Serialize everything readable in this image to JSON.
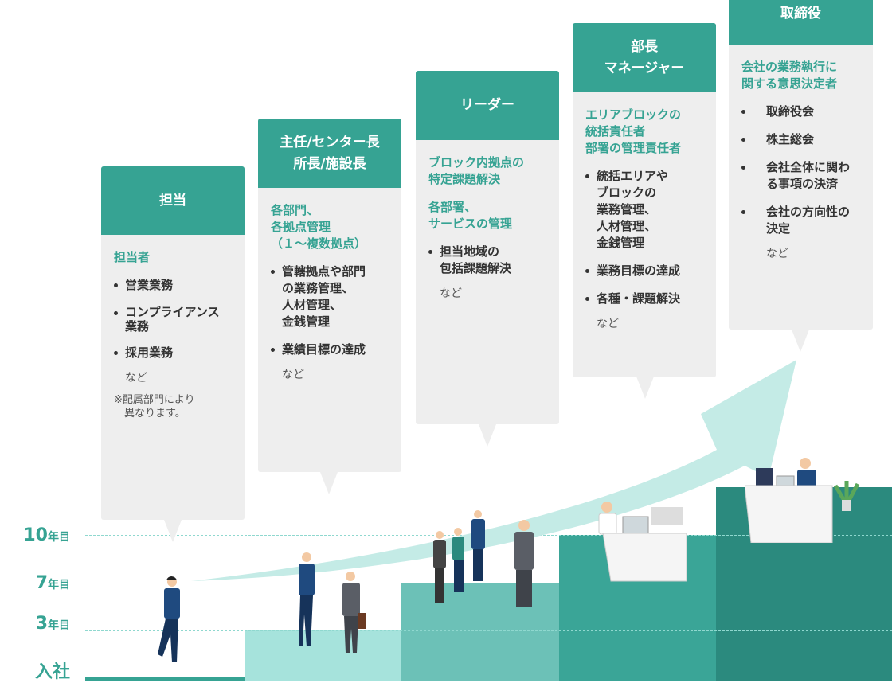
{
  "years": {
    "y10": "10",
    "y7": "7",
    "y3": "3",
    "unit": "年目",
    "entry": "入社"
  },
  "cards": [
    {
      "title": "担当",
      "sub": "担当者",
      "items": [
        "営業業務",
        "コンプライアンス\n業務",
        "採用業務"
      ],
      "etc": "など",
      "note": "※配属部門により\n　異なります。"
    },
    {
      "title1": "主任/センター長",
      "title2": "所長/施設長",
      "sub": "各部門、\n各拠点管理\n（１～複数拠点）",
      "items": [
        "管轄拠点や部門\nの業務管理、\n人材管理、\n金銭管理",
        "業績目標の達成"
      ],
      "etc": "など"
    },
    {
      "title": "リーダー",
      "sub": "ブロック内拠点の\n特定課題解決",
      "sub2": "各部署、\nサービスの管理",
      "items": [
        "担当地域の\n包括課題解決"
      ],
      "etc": "など"
    },
    {
      "title1": "部長",
      "title2": "マネージャー",
      "sub": "エリアブロックの\n統括責任者\n部署の管理責任者",
      "items": [
        "統括エリアや\nブロックの\n業務管理、\n人材管理、\n金銭管理",
        "業務目標の達成",
        "各種・課題解決"
      ],
      "etc": "など"
    },
    {
      "title": "取締役",
      "sub": "会社の業務執行に\n関する意思決定者",
      "items": [
        "取締役会",
        "株主総会",
        "会社全体に関わ\nる事項の決済",
        "会社の方向性の\n決定"
      ],
      "etc": "など"
    }
  ],
  "colors": {
    "accent": "#36a393",
    "step2": "#a6e3dc",
    "step3": "#6cc1b7",
    "step4": "#3aa597",
    "step5": "#2b8a7e"
  }
}
